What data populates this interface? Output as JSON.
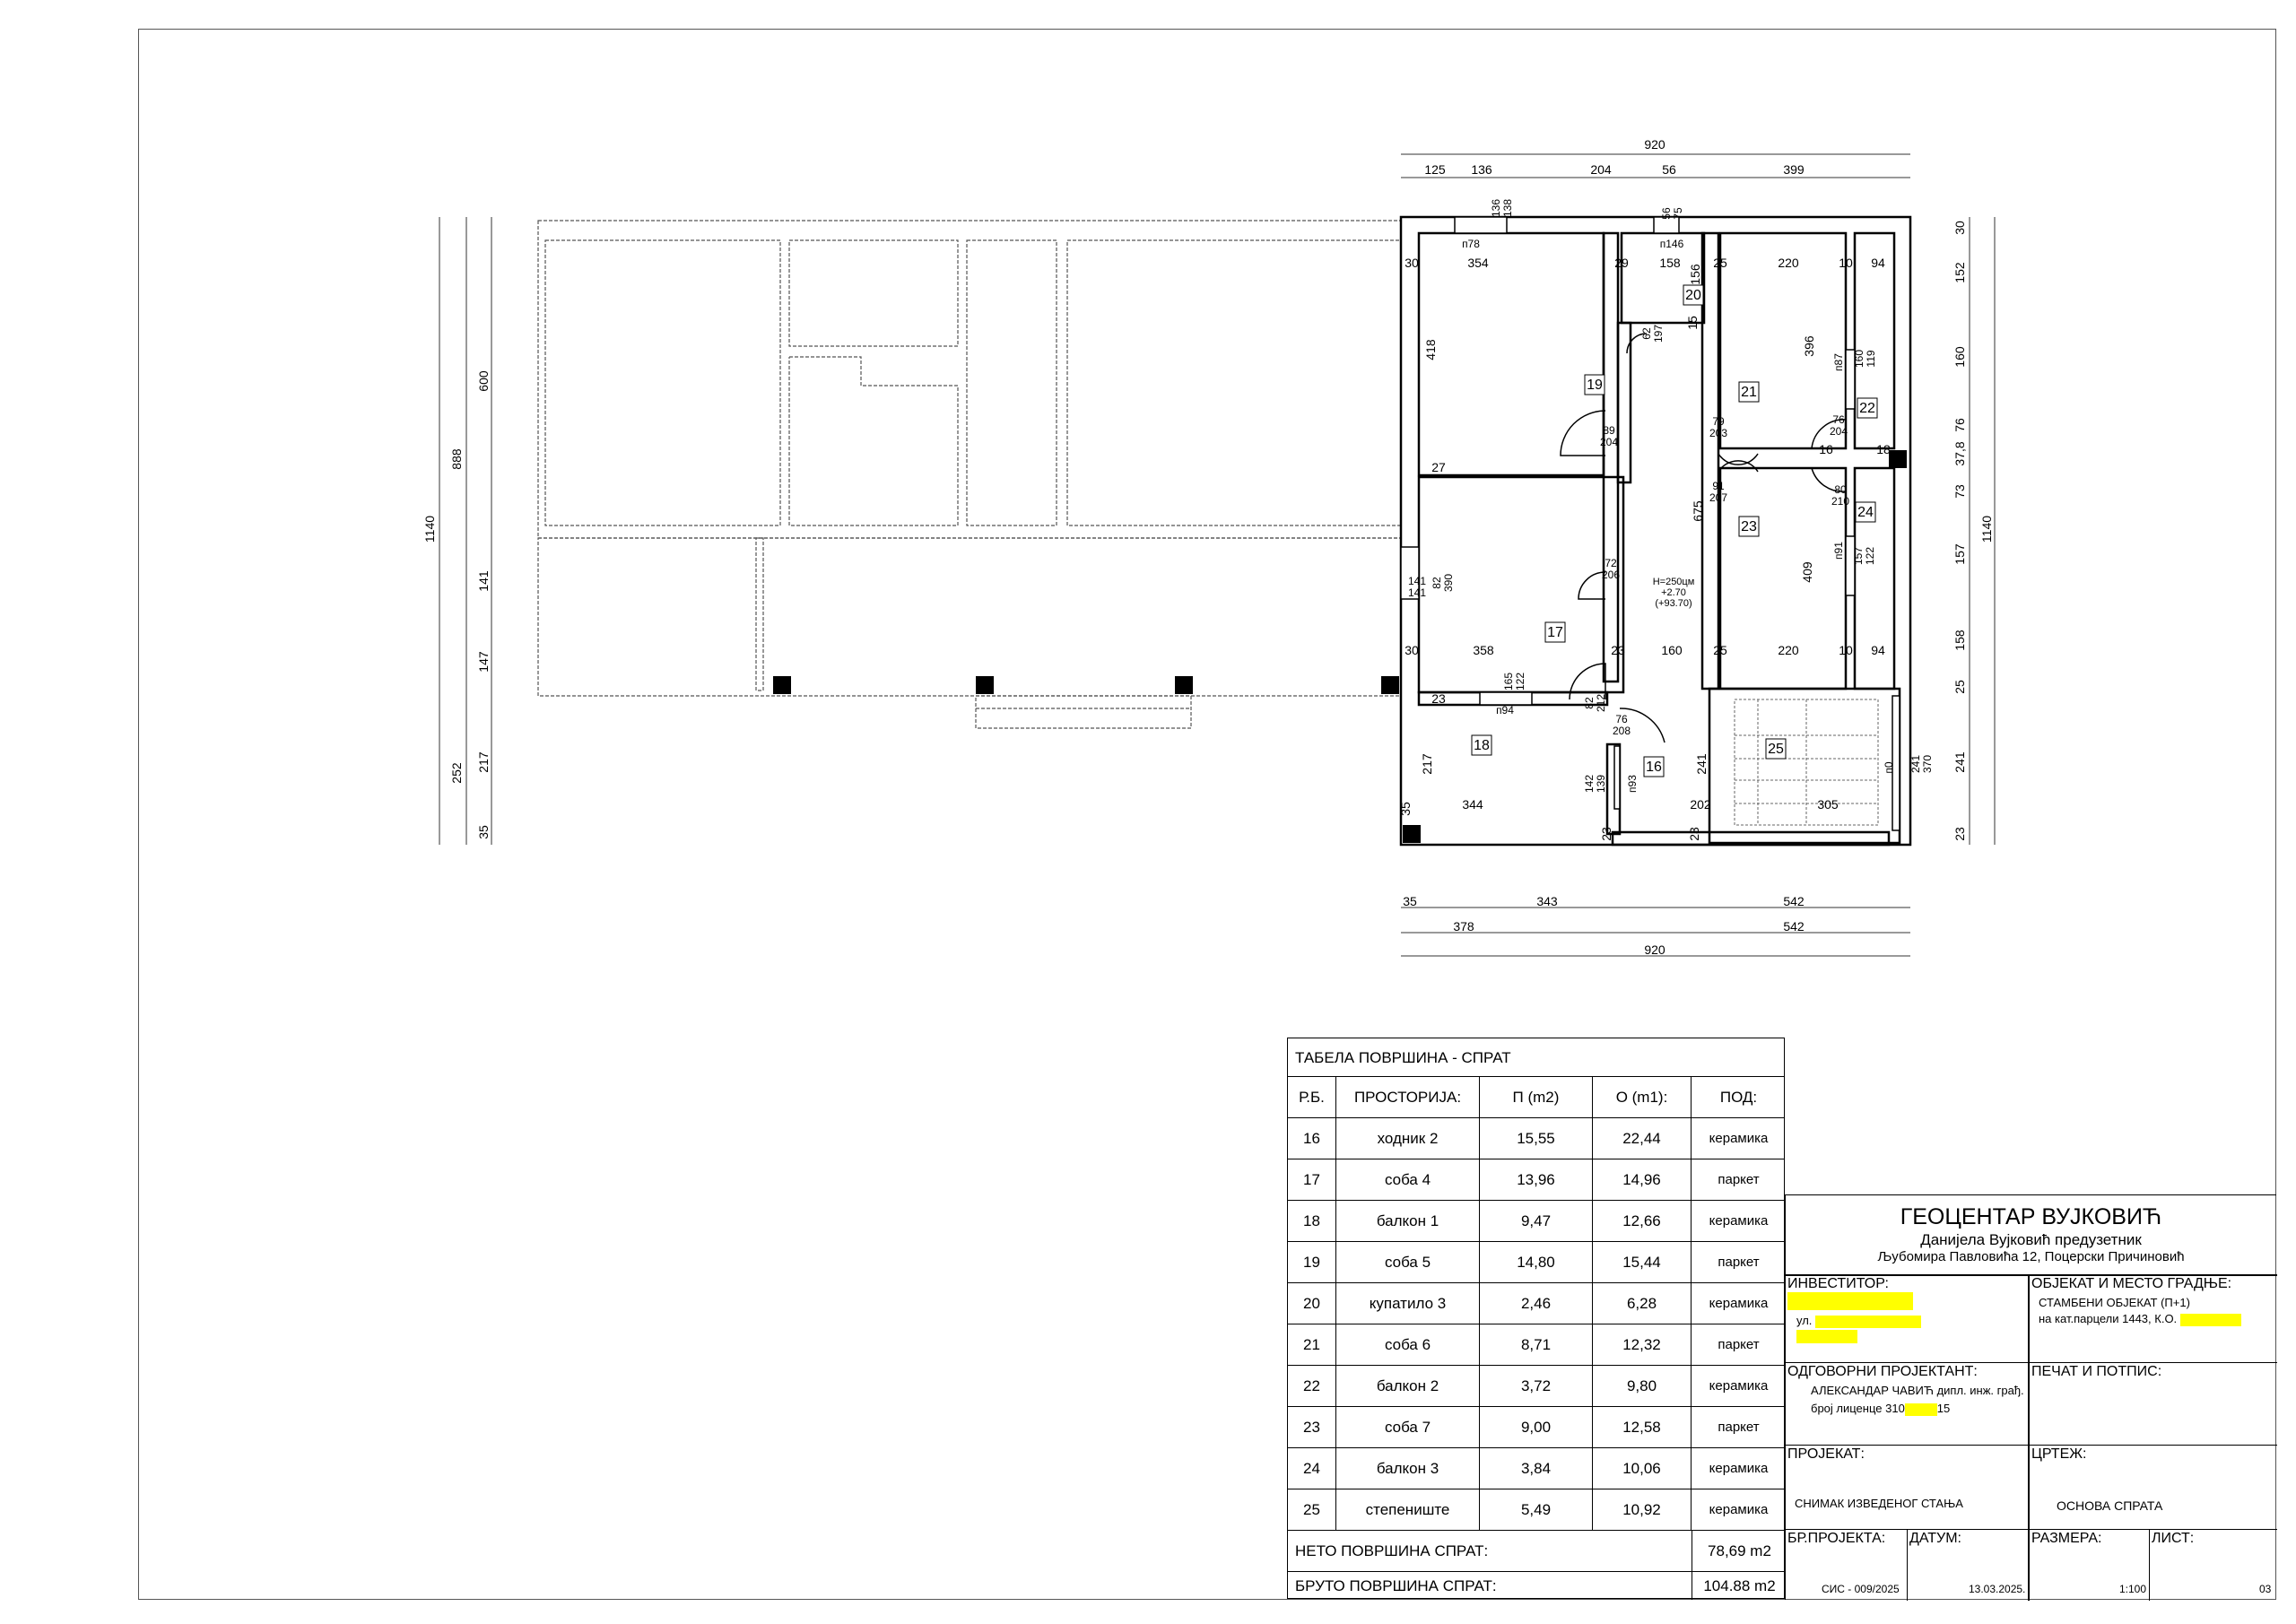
{
  "plan": {
    "dims_top_total": "920",
    "dims_top": [
      "125",
      "136",
      "204",
      "56",
      "399"
    ],
    "dims_bottom_row1": [
      "35",
      "343",
      "542"
    ],
    "dims_bottom_row2": [
      "378",
      "542"
    ],
    "dims_bottom_total": "920",
    "dims_left": [
      "1140",
      "888",
      "252",
      "600",
      "141",
      "147",
      "217",
      "35"
    ],
    "dims_right": [
      "30",
      "152",
      "160",
      "76",
      "37,8",
      "73",
      "157",
      "158",
      "25",
      "241",
      "23"
    ],
    "dims_right_total": "1140",
    "window_labels": [
      "п78",
      "п146",
      "п87",
      "п91",
      "п94",
      "п93",
      "п0"
    ],
    "inner_dims": [
      "30",
      "354",
      "29",
      "158",
      "156",
      "25",
      "220",
      "10",
      "94",
      "418",
      "396",
      "160\n119",
      "79\n203",
      "76\n204",
      "89\n204",
      "91\n207",
      "80\n210",
      "16",
      "18",
      "675",
      "72\n206",
      "409",
      "157\n122",
      "141\n141",
      "82\n390",
      "30",
      "358",
      "23",
      "160",
      "25",
      "220",
      "10",
      "94",
      "165\n122",
      "82\n212",
      "76\n208",
      "142\n139",
      "217",
      "241",
      "241\n370",
      "35",
      "344",
      "202",
      "305",
      "35",
      "23",
      "23",
      "27",
      "23",
      "62\n197",
      "15",
      "136\n138",
      "56\n75"
    ],
    "level_note": [
      "Н=250цм",
      "+2.70",
      "(+93.70)"
    ],
    "rooms": [
      "16",
      "17",
      "18",
      "19",
      "20",
      "21",
      "22",
      "23",
      "24",
      "25"
    ]
  },
  "area_table": {
    "title": "ТАБЕЛА ПОВРШИНА - СПРАТ",
    "headers": [
      "Р.Б.",
      "ПРОСТОРИЈА:",
      "П (m2)",
      "О (m1):",
      "ПОД:"
    ],
    "rows": [
      [
        "16",
        "ходник 2",
        "15,55",
        "22,44",
        "керамика"
      ],
      [
        "17",
        "соба 4",
        "13,96",
        "14,96",
        "паркет"
      ],
      [
        "18",
        "балкон 1",
        "9,47",
        "12,66",
        "керамика"
      ],
      [
        "19",
        "соба 5",
        "14,80",
        "15,44",
        "паркет"
      ],
      [
        "20",
        "купатило 3",
        "2,46",
        "6,28",
        "керамика"
      ],
      [
        "21",
        "соба 6",
        "8,71",
        "12,32",
        "паркет"
      ],
      [
        "22",
        "балкон 2",
        "3,72",
        "9,80",
        "керамика"
      ],
      [
        "23",
        "соба 7",
        "9,00",
        "12,58",
        "паркет"
      ],
      [
        "24",
        "балкон 3",
        "3,84",
        "10,06",
        "керамика"
      ],
      [
        "25",
        "степениште",
        "5,49",
        "10,92",
        "керамика"
      ]
    ],
    "net_label": "НЕТО ПОВРШИНА СПРАТ:",
    "net_value": "78,69 m2",
    "gross_label": "БРУТО ПОВРШИНА СПРАТ:",
    "gross_value": "104.88 m2"
  },
  "title_block": {
    "company": "ГЕОЦЕНТАР ВУЈКОВИЋ",
    "company_sub": "Данијела Вујковић предузетник",
    "company_address": "Љубомира Павловића 12, Поцерски Причиновић",
    "investor_label": "ИНВЕСТИТОР:",
    "investor_street_prefix": "ул.",
    "object_label": "ОБЈЕКАТ И МЕСТО ГРАДЊЕ:",
    "object_line1": "СТАМБЕНИ ОБЈЕКАТ (П+1)",
    "object_line2": "на кат.парцели 1443, К.О.",
    "designer_label": "ОДГОВОРНИ ПРОЈЕКТАНТ:",
    "designer_name": "АЛЕКСАНДАР ЧАВИЋ дипл. инж. грађ.",
    "license_prefix": "број лиценце 310",
    "license_suffix": "15",
    "stamp_label": "ПЕЧАТ И ПОТПИС:",
    "project_label": "ПРОЈЕКАТ:",
    "project_value": "СНИМАК ИЗВЕДЕНОГ СТАЊА",
    "drawing_label": "ЦРТЕЖ:",
    "drawing_value": "ОСНОВА СПРАТА",
    "proj_no_label": "БР.ПРОЈЕКТА:",
    "proj_no_value": "СИС - 009/2025",
    "date_label": "ДАТУМ:",
    "date_value": "13.03.2025.",
    "scale_label": "РАЗМЕРА:",
    "scale_value": "1:100",
    "sheet_label": "ЛИСТ:",
    "sheet_value": "03"
  },
  "colors": {
    "line": "#000000",
    "thin": "#444444",
    "redaction": "#ffff00"
  }
}
